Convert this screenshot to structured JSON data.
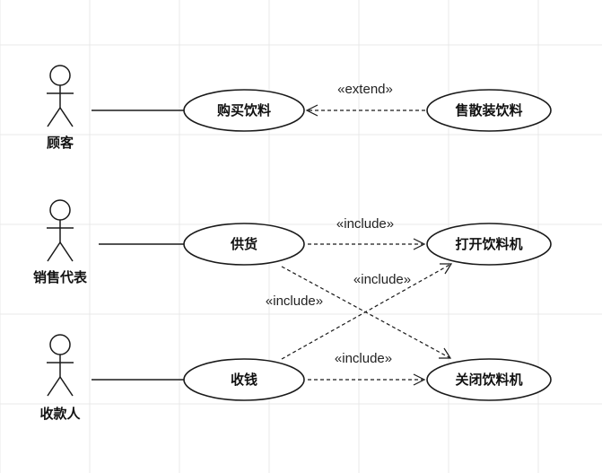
{
  "diagram": {
    "type": "uml-use-case",
    "actors": [
      {
        "id": "customer",
        "label": "顾客"
      },
      {
        "id": "sales-rep",
        "label": "销售代表"
      },
      {
        "id": "cashier",
        "label": "收款人"
      }
    ],
    "use_cases": [
      {
        "id": "buy",
        "label": "购买饮料"
      },
      {
        "id": "bulk",
        "label": "售散装饮料"
      },
      {
        "id": "supply",
        "label": "供货"
      },
      {
        "id": "open",
        "label": "打开饮料机"
      },
      {
        "id": "collect",
        "label": "收钱"
      },
      {
        "id": "close",
        "label": "关闭饮料机"
      }
    ],
    "associations": [
      {
        "actor": "customer",
        "use_case": "buy"
      },
      {
        "actor": "sales-rep",
        "use_case": "supply"
      },
      {
        "actor": "cashier",
        "use_case": "collect"
      }
    ],
    "relations": [
      {
        "from": "bulk",
        "to": "buy",
        "stereotype": "«extend»"
      },
      {
        "from": "supply",
        "to": "open",
        "stereotype": "«include»"
      },
      {
        "from": "collect",
        "to": "open",
        "stereotype": "«include»"
      },
      {
        "from": "supply",
        "to": "close",
        "stereotype": "«include»"
      },
      {
        "from": "collect",
        "to": "close",
        "stereotype": "«include»"
      }
    ]
  }
}
